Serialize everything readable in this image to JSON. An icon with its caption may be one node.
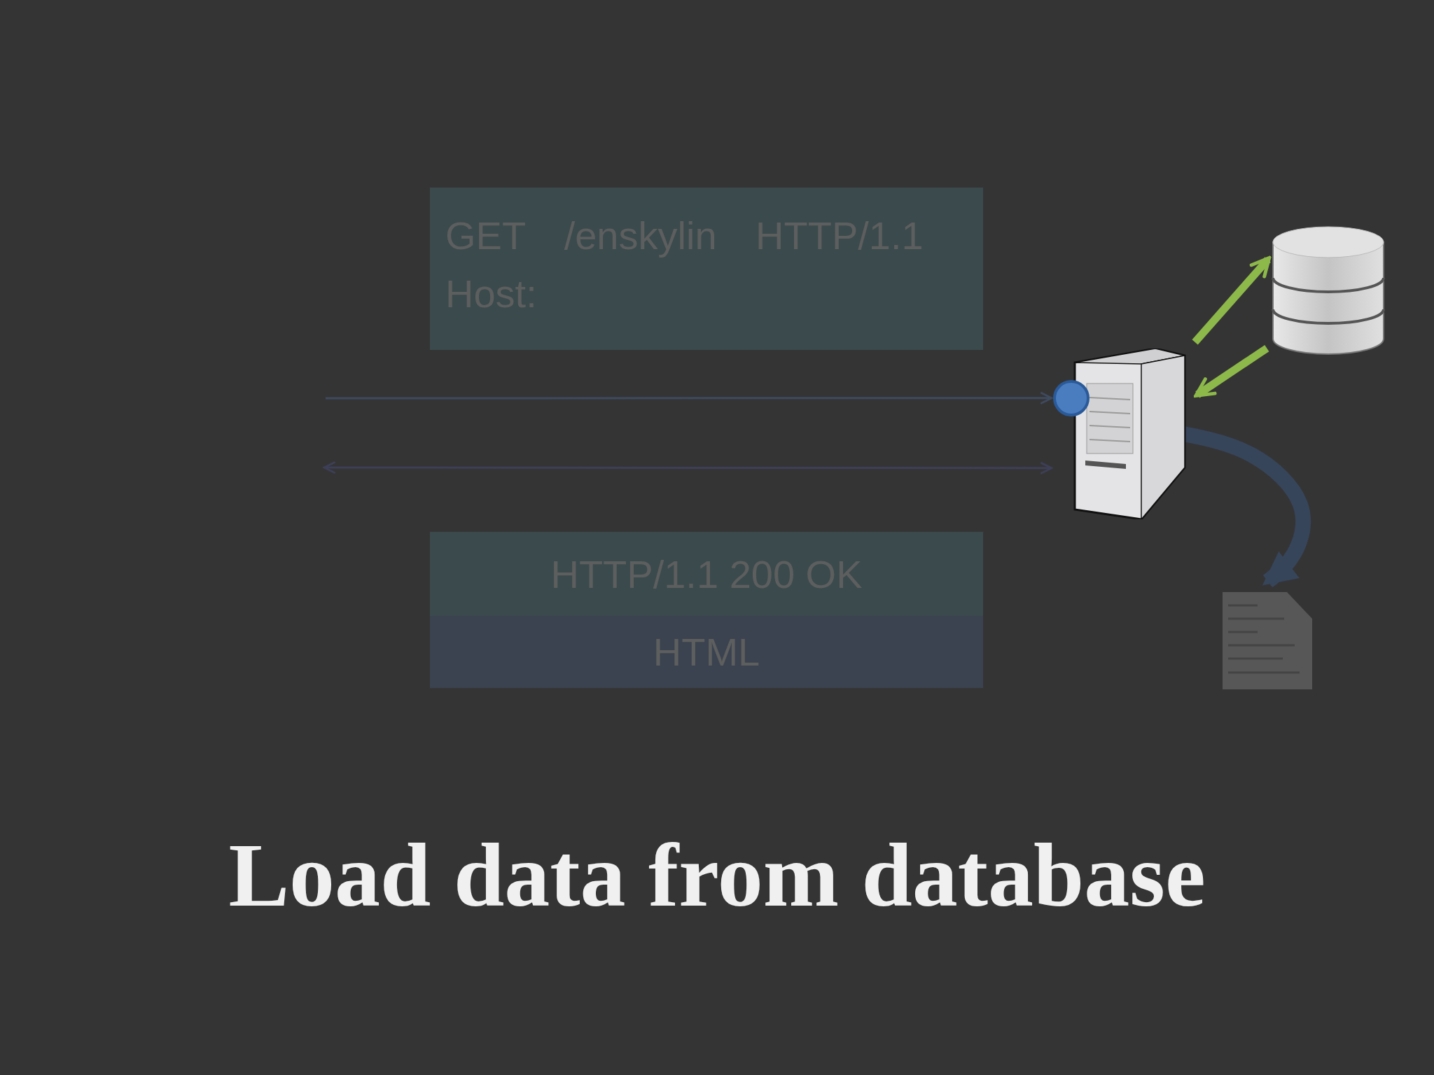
{
  "diagram": {
    "title": "Load data from database",
    "nodes": [
      {
        "text": [
          "GET /enskylin HTTP/1.1",
          "Host:"
        ]
      },
      {
        "text": [
          "HTTP/1.1 200 OK"
        ]
      },
      {
        "text": [
          "HTML"
        ]
      },
      {
        "text": [],
        "shape": "picture"
      },
      {
        "text": [],
        "shape": "cylinder"
      },
      {
        "text": [],
        "shape": "document"
      }
    ],
    "edges": [
      {
        "from": null,
        "to": 3,
        "arrow": "to",
        "color": "#3e4a5e"
      },
      {
        "from": null,
        "to": 3,
        "arrow": "both",
        "color": "#3d3f56"
      },
      {
        "from": 3,
        "to": 4,
        "arrow": "to",
        "color": "#8db94a"
      },
      {
        "from": 4,
        "to": 3,
        "arrow": "to",
        "color": "#8db94a"
      },
      {
        "from": 3,
        "to": 5,
        "arrow": "to",
        "style": "thick",
        "color": "#36455a"
      }
    ]
  }
}
